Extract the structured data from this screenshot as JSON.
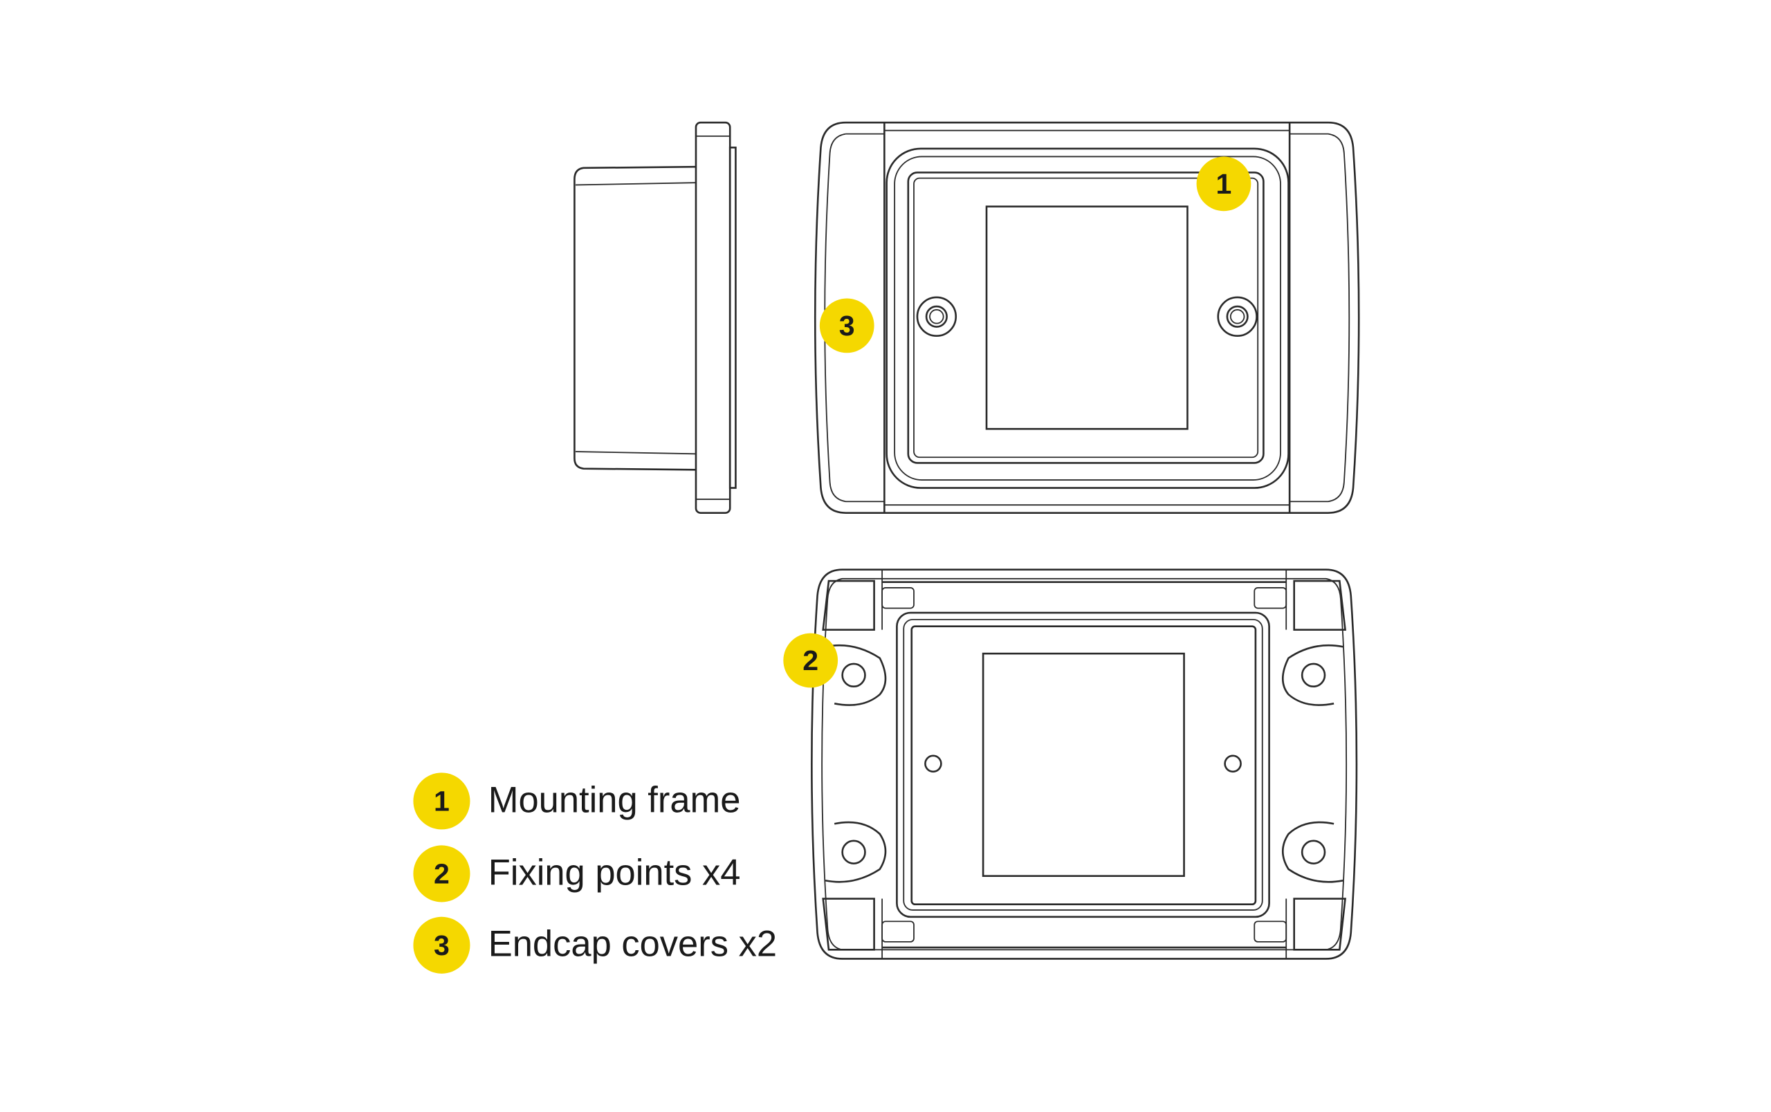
{
  "colors": {
    "badge": "#F5D800",
    "line": "#2a2a2a",
    "background": "#ffffff"
  },
  "callouts": [
    {
      "number": "1",
      "label": "Mounting frame"
    },
    {
      "number": "2",
      "label": "Fixing points x4"
    },
    {
      "number": "3",
      "label": "Endcap covers x2"
    }
  ]
}
